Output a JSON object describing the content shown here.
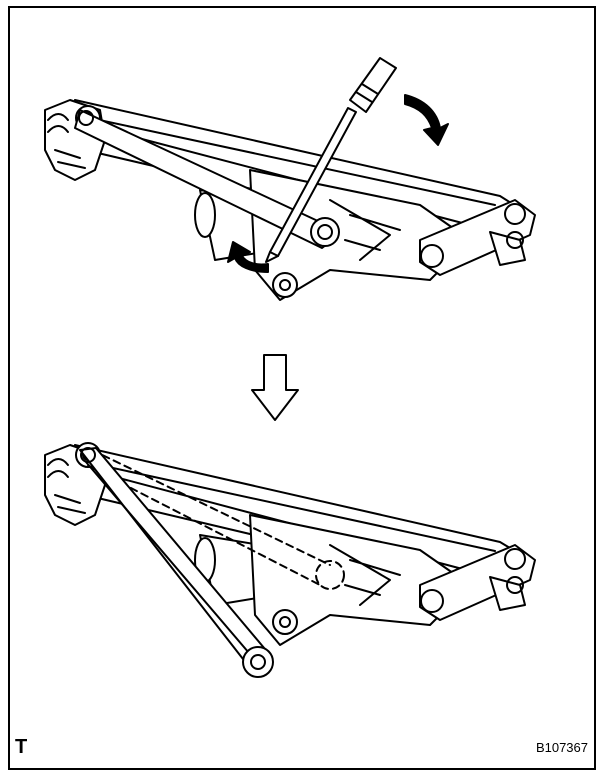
{
  "figure": {
    "corner_tag": "T",
    "figure_code": "B107367"
  },
  "colors": {
    "ink": "#000000",
    "paper": "#ffffff"
  },
  "panels": {
    "top": {
      "icons": [
        "wiper-linkage-assembly",
        "screwdriver-icon",
        "rotation-arrow-icon",
        "rotation-arrow-icon"
      ]
    },
    "middle": {
      "icons": [
        "down-arrow-icon"
      ]
    },
    "bottom": {
      "icons": [
        "wiper-linkage-assembly",
        "linkage-rod-detached",
        "dashed-previous-position"
      ]
    }
  }
}
